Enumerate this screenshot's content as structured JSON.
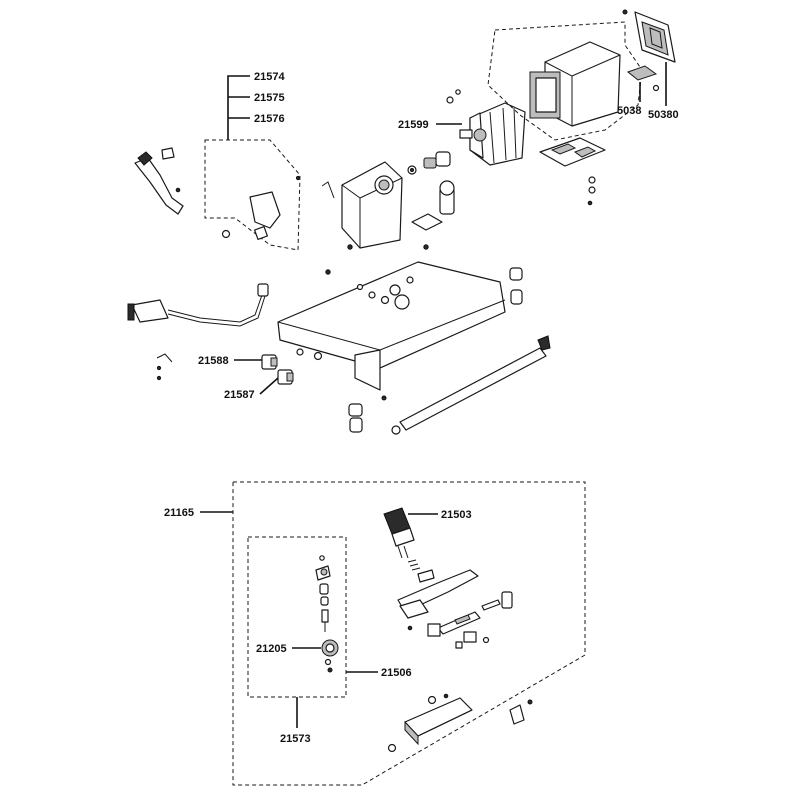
{
  "callouts": {
    "c21574": "21574",
    "c21575": "21575",
    "c21576": "21576",
    "c21599": "21599",
    "c5038": "5038",
    "c50380": "50380",
    "c21588": "21588",
    "c21587": "21587",
    "c21165": "21165",
    "c21503": "21503",
    "c21205": "21205",
    "c21506": "21506",
    "c21573": "21573"
  },
  "colors": {
    "ink": "#1a1a1a",
    "paper": "#ffffff"
  }
}
